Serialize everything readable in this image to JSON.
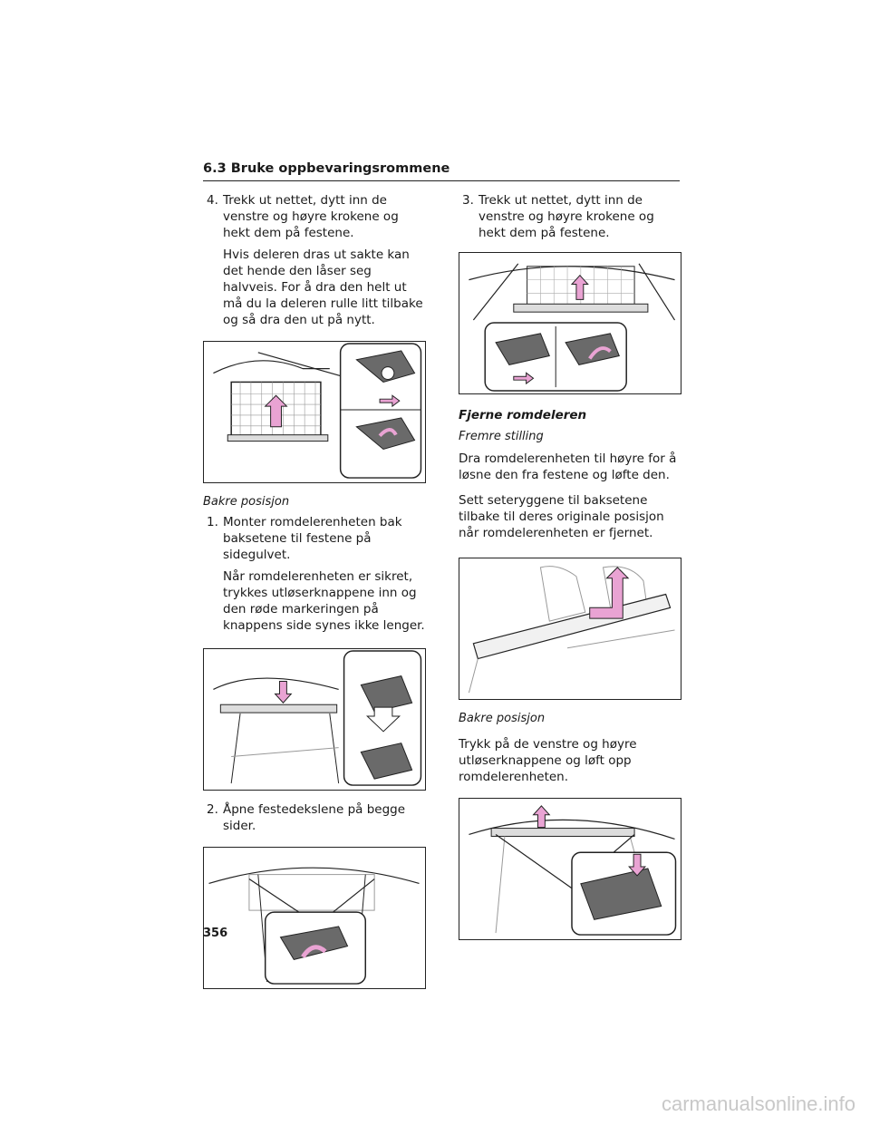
{
  "header": {
    "section": "6.3",
    "title": "Bruke oppbevaringsrommene"
  },
  "left": {
    "step4": {
      "num": "4.",
      "text": "Trekk ut nettet, dytt inn de venstre og høyre krokene og hekt dem på festene."
    },
    "step4_note": "Hvis deleren dras ut sakte kan det hende den låser seg halvveis. For å dra den helt ut må du la deleren rulle litt tilbake og så dra den ut på nytt.",
    "subheading_rear": "Bakre posisjon",
    "step1": {
      "num": "1.",
      "text": "Monter romdelerenheten bak baksetene til festene på sidegulvet."
    },
    "step1_note": "Når romdelerenheten er sikret, trykkes utløserknappene inn og den røde markeringen på knappens side synes ikke lenger.",
    "step2": {
      "num": "2.",
      "text": "Åpne festedekslene på begge sider."
    }
  },
  "right": {
    "step3": {
      "num": "3.",
      "text": "Trekk ut nettet, dytt inn de venstre og høyre krokene og hekt dem på festene."
    },
    "heading_remove": "Fjerne romdeleren",
    "subheading_front": "Fremre stilling",
    "front_text1": "Dra romdelerenheten til høyre for å løsne den fra festene og løfte den.",
    "front_text2": "Sett seteryggene til baksetene tilbake til deres originale posisjon når romdelerenheten er fjernet.",
    "subheading_rear": "Bakre posisjon",
    "rear_text": "Trykk på de venstre og høyre utløserknappene og løft opp romdelerenheten."
  },
  "page_number": "356",
  "watermark": "carmanualsonline.info",
  "colors": {
    "accent_arrow": "#e9a3d3",
    "line": "#222222",
    "fill_gray": "#6a6a6a"
  }
}
